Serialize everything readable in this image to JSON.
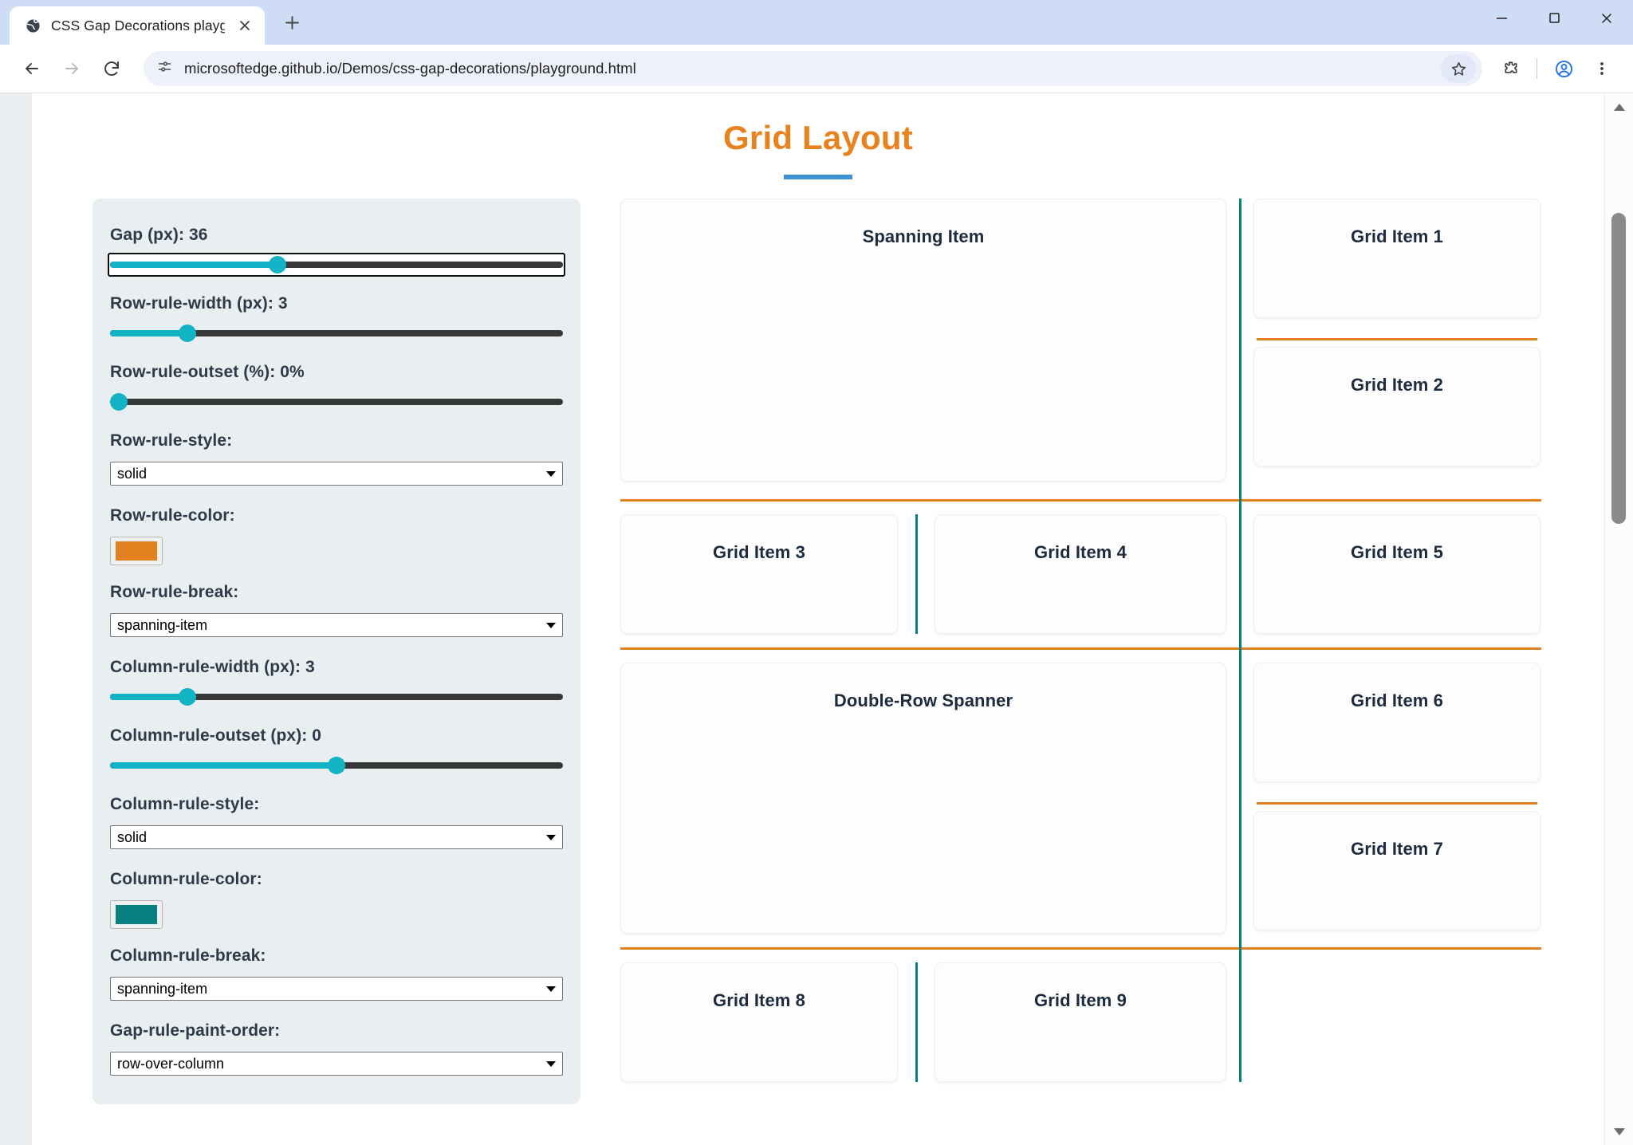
{
  "browser": {
    "tab": {
      "title": "CSS Gap Decorations playground",
      "favicon_icon": "globe-icon",
      "close_icon": "close-icon"
    },
    "new_tab_icon": "plus-icon",
    "window_controls": {
      "minimize_icon": "minimize-icon",
      "maximize_icon": "maximize-icon",
      "close_icon": "window-close-icon"
    },
    "nav": {
      "back_icon": "back-arrow-icon",
      "forward_icon": "forward-arrow-icon",
      "reload_icon": "reload-icon"
    },
    "omnibox": {
      "site_info_icon": "site-settings-icon",
      "url": "microsoftedge.github.io/Demos/css-gap-decorations/playground.html",
      "bookmark_icon": "star-icon"
    },
    "toolbar_icons": [
      "extensions-icon",
      "profile-avatar-icon",
      "more-menu-icon"
    ],
    "scrollbar": {
      "up_arrow_icon": "scroll-up-icon",
      "down_arrow_icon": "scroll-down-icon"
    }
  },
  "page": {
    "title": "Grid Layout",
    "controls": [
      {
        "type": "slider",
        "label": "Gap (px): 36",
        "name": "gap",
        "percent": 37,
        "focused": true
      },
      {
        "type": "slider",
        "label": "Row-rule-width (px): 3",
        "name": "row-rule-width",
        "percent": 17,
        "focused": false
      },
      {
        "type": "slider",
        "label": "Row-rule-outset (%): 0%",
        "name": "row-rule-outset",
        "percent": 2,
        "focused": false
      },
      {
        "type": "select",
        "label": "Row-rule-style:",
        "name": "row-rule-style",
        "value": "solid"
      },
      {
        "type": "color",
        "label": "Row-rule-color:",
        "name": "row-rule-color",
        "value": "#e0801f"
      },
      {
        "type": "select",
        "label": "Row-rule-break:",
        "name": "row-rule-break",
        "value": "spanning-item"
      },
      {
        "type": "slider",
        "label": "Column-rule-width (px): 3",
        "name": "column-rule-width",
        "percent": 17,
        "focused": false
      },
      {
        "type": "slider",
        "label": "Column-rule-outset (px): 0",
        "name": "column-rule-outset",
        "percent": 50,
        "focused": false
      },
      {
        "type": "select",
        "label": "Column-rule-style:",
        "name": "column-rule-style",
        "value": "solid"
      },
      {
        "type": "color",
        "label": "Column-rule-color:",
        "name": "column-rule-color",
        "value": "#087f80"
      },
      {
        "type": "select",
        "label": "Column-rule-break:",
        "name": "column-rule-break",
        "value": "spanning-item"
      },
      {
        "type": "select",
        "label": "Gap-rule-paint-order:",
        "name": "gap-rule-paint-order",
        "value": "row-over-column"
      }
    ],
    "grid_items": {
      "spanning_item": "Spanning Item",
      "item1": "Grid Item 1",
      "item2": "Grid Item 2",
      "item3": "Grid Item 3",
      "item4": "Grid Item 4",
      "item5": "Grid Item 5",
      "item6": "Grid Item 6",
      "item7": "Grid Item 7",
      "double_row_spanner": "Double-Row Spanner",
      "item8": "Grid Item 8",
      "item9": "Grid Item 9"
    },
    "colors": {
      "title": "#e8821e",
      "title_underline": "#3c92d3",
      "row_rule": "#e0801f",
      "column_rule": "#087f80",
      "slider_accent": "#12b3c4",
      "panel_bg": "#e9eff0"
    }
  }
}
